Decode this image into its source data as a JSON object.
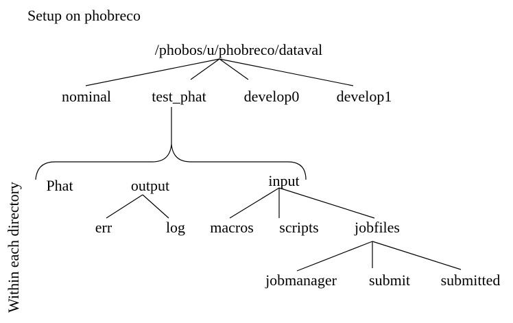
{
  "title": "Setup on phobreco",
  "side_label": "Within each directory",
  "root": "/phobos/u/phobreco/dataval",
  "top_dirs": [
    "nominal",
    "test_phat",
    "develop0",
    "develop1"
  ],
  "sub_dirs": [
    "Phat",
    "output",
    "input"
  ],
  "output_children": [
    "err",
    "log"
  ],
  "input_children": [
    "macros",
    "scripts",
    "jobfiles"
  ],
  "jobfiles_children": [
    "jobmanager",
    "submit",
    "submitted"
  ]
}
